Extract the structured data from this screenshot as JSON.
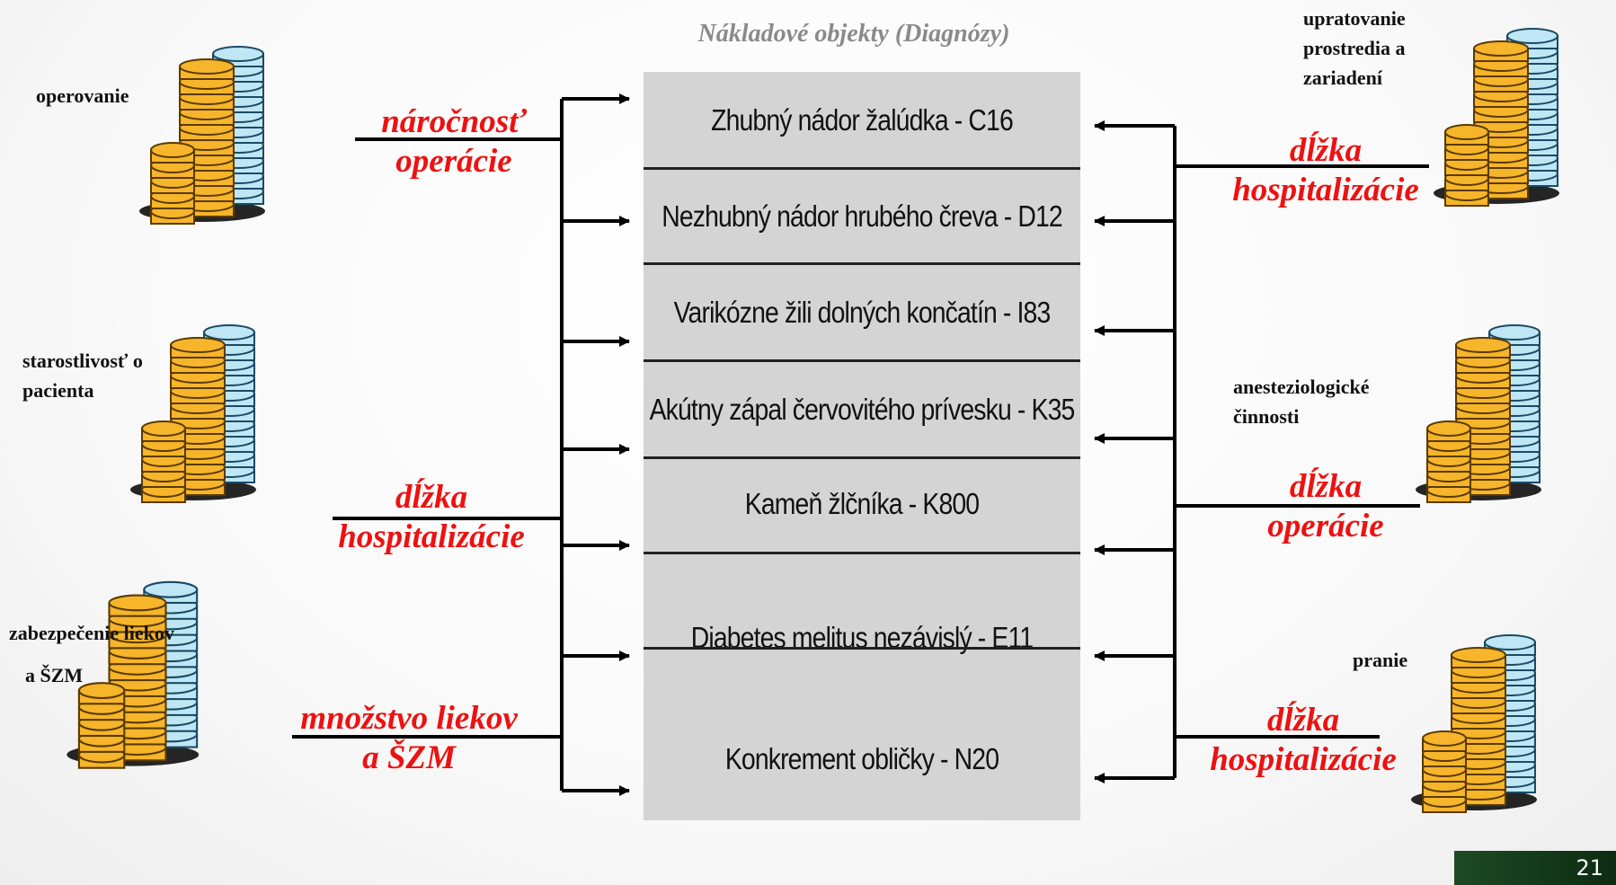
{
  "title": "Nákladové objekty (Diagnózy)",
  "diagnoses": [
    "Zhubný nádor žalúdka - C16",
    "Nezhubný nádor hrubého čreva - D12",
    "Varikózne žili dolných končatín - I83",
    "Akútny zápal červovitého prívesku - K35",
    "Kameň žlčníka - K800",
    "Diabetes melitus nezávislý - E11",
    "Konkrement obličky - N20"
  ],
  "left_sources": {
    "operovanie": "operovanie",
    "starostlivost_1": "starostlivosť o",
    "starostlivost_2": "pacienta",
    "liekov_1": "zabezpečenie liekov",
    "liekov_2": "a ŠZM"
  },
  "left_drivers": {
    "narocnost_1": "náročnosť",
    "narocnost_2": "operácie",
    "dlzka_1": "dĺžka",
    "dlzka_2": "hospitalizácie",
    "mnozstvo_1": "množstvo liekov",
    "mnozstvo_2": "a ŠZM"
  },
  "right_sources": {
    "upratovanie_1": "upratovanie",
    "upratovanie_2": "prostredia a",
    "upratovanie_3": "zariadení",
    "anest_1": "anesteziologické",
    "anest_2": "činnosti",
    "pranie": "pranie"
  },
  "right_drivers": {
    "top_1": "dĺžka",
    "top_2": "hospitalizácie",
    "mid_1": "dĺžka",
    "mid_2": "operácie",
    "bot_1": "dĺžka",
    "bot_2": "hospitalizácie"
  },
  "colors": {
    "driver_red": "#ee1111",
    "coin_gold": "#f6b52a",
    "coin_blue": "#bfe6f4",
    "box_gray": "#d4d4d4"
  },
  "page_number": "21"
}
